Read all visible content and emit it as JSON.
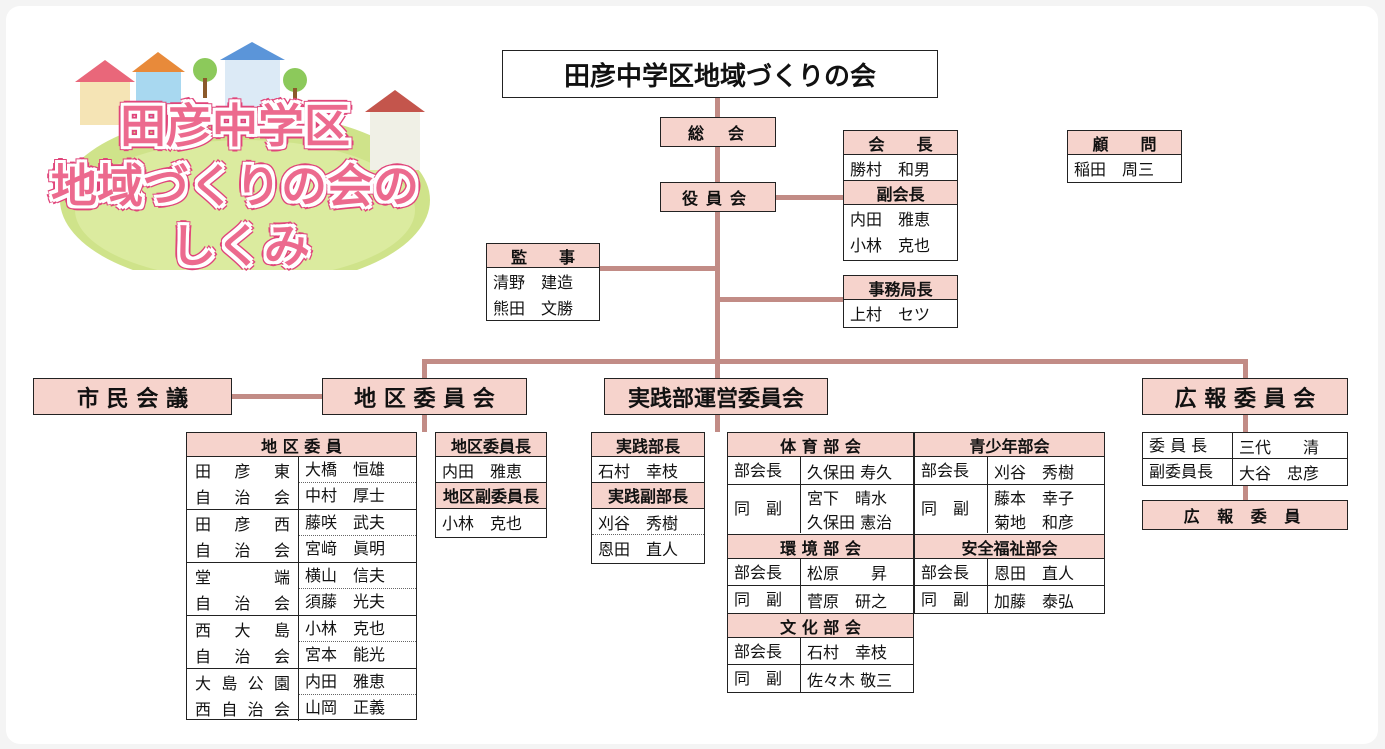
{
  "logo": {
    "line1": "田彦中学区",
    "line2": "地域づくりの会の",
    "line3": "しくみ"
  },
  "top_title": "田彦中学区地域づくりの会",
  "soukai": "総　会",
  "yakuinkai": "役員会",
  "kaicho": {
    "label": "会　　長",
    "name": "勝村　和男"
  },
  "fukukaicho": {
    "label": "副会長",
    "names": [
      "内田　雅恵",
      "小林　克也"
    ]
  },
  "komon": {
    "label": "顧　　問",
    "name": "稲田　周三"
  },
  "kanji": {
    "label": "監　　事",
    "names": [
      "清野　建造",
      "熊田　文勝"
    ]
  },
  "jimukyokucho": {
    "label": "事務局長",
    "name": "上村　セツ"
  },
  "shimin": "市 民 会 議",
  "chiku_iinkai": "地 区 委 員 会",
  "jissen_iinkai": "実践部運営委員会",
  "koho_iinkai": "広 報 委 員 会",
  "chiku_iin": {
    "header": "地 区 委 員",
    "rows": [
      {
        "area": [
          [
            "田",
            "彦",
            "東"
          ],
          [
            "自",
            "治",
            "会"
          ]
        ],
        "people": [
          "大橋　恒雄",
          "中村　厚士"
        ]
      },
      {
        "area": [
          [
            "田",
            "彦",
            "西"
          ],
          [
            "自",
            "治",
            "会"
          ]
        ],
        "people": [
          "藤咲　武夫",
          "宮﨑　眞明"
        ]
      },
      {
        "area": [
          [
            "堂",
            "端"
          ],
          [
            "自",
            "治",
            "会"
          ]
        ],
        "people": [
          "横山　信夫",
          "須藤　光夫"
        ]
      },
      {
        "area": [
          [
            "西",
            "大",
            "島"
          ],
          [
            "自",
            "治",
            "会"
          ]
        ],
        "people": [
          "小林　克也",
          "宮本　能光"
        ]
      },
      {
        "area": [
          [
            "大",
            "島",
            "公",
            "園"
          ],
          [
            "西",
            "自",
            "治",
            "会"
          ]
        ],
        "people": [
          "内田　雅恵",
          "山岡　正義"
        ]
      }
    ]
  },
  "chiku_chou": {
    "label": "地区委員長",
    "name": "内田　雅恵",
    "label2": "地区副委員長",
    "name2": "小林　克也"
  },
  "jissen_chou": {
    "label": "実践部長",
    "name": "石村　幸枝",
    "label2": "実践副部長",
    "names2": [
      "刈谷　秀樹",
      "恩田　直人"
    ]
  },
  "taiiku": {
    "header": "体 育 部 会",
    "r1": [
      "部会長",
      "久保田 寿久"
    ],
    "r2": [
      "同　副",
      "宮下　晴水",
      "久保田 憲治"
    ]
  },
  "seishonen": {
    "header": "青少年部会",
    "r1": [
      "部会長",
      "刈谷　秀樹"
    ],
    "r2": [
      "同　副",
      "藤本　幸子",
      "菊地　和彦"
    ]
  },
  "kankyo": {
    "header": "環 境 部 会",
    "r1": [
      "部会長",
      "松原　　昇"
    ],
    "r2": [
      "同　副",
      "菅原　研之"
    ]
  },
  "anzen": {
    "header": "安全福祉部会",
    "r1": [
      "部会長",
      "恩田　直人"
    ],
    "r2": [
      "同　副",
      "加藤　泰弘"
    ]
  },
  "bunka": {
    "header": "文 化 部 会",
    "r1": [
      "部会長",
      "石村　幸枝"
    ],
    "r2": [
      "同　副",
      "佐々木 敬三"
    ]
  },
  "koho": {
    "r1": [
      "委 員 長",
      "三代　　清"
    ],
    "r2": [
      "副委員長",
      "大谷　忠彦"
    ],
    "iin": "広 報 委 員"
  },
  "colors": {
    "line": "#c28c86",
    "header_fill": "#f6d3cc",
    "logo_pink": "#ec6a8e",
    "hill": "#c9e07a"
  }
}
